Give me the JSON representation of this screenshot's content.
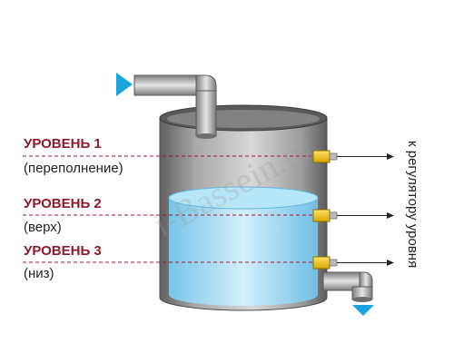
{
  "levels": [
    {
      "title": "УРОВЕНЬ 1",
      "subtitle": "(переполнение)"
    },
    {
      "title": "УРОВЕНЬ 2",
      "subtitle": "(верх)"
    },
    {
      "title": "УРОВЕНЬ 3",
      "subtitle": "(низ)"
    }
  ],
  "side_label": "к регулятору уровня",
  "watermark": "i-Bassein.ru",
  "colors": {
    "level_label": "#8b1a2b",
    "level_line": "#a3122f",
    "arrow": "#1aa6dc",
    "water": "#8fd3ef",
    "sensor": "#f2c200",
    "tank_metal": "#8c8c8c",
    "pipe": "#9a9a9a",
    "text": "#222222"
  },
  "icons": {
    "inflow": "triangle-right-icon",
    "outflow": "triangle-down-icon"
  }
}
